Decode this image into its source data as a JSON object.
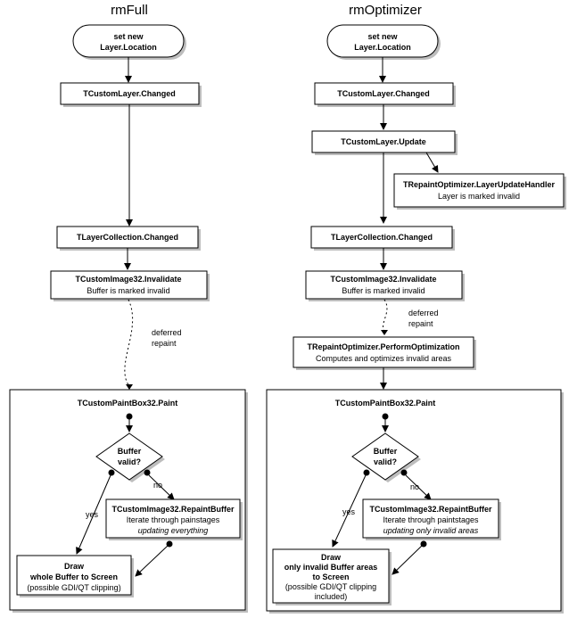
{
  "titles": {
    "left": "rmFull",
    "right": "rmOptimizer"
  },
  "left": {
    "start_line1": "set new",
    "start_line2": "Layer.Location",
    "changed": "TCustomLayer.Changed",
    "collection_changed": "TLayerCollection.Changed",
    "invalidate_title": "TCustomImage32.Invalidate",
    "invalidate_sub": "Buffer is marked invalid",
    "deferred_line1": "deferred",
    "deferred_line2": "repaint",
    "paint_title": "TCustomPaintBox32.Paint",
    "decision_line1": "Buffer",
    "decision_line2": "valid?",
    "label_yes": "yes",
    "label_no": "no",
    "repaint_title": "TCustomImage32.RepaintBuffer",
    "repaint_sub": "Iterate through painstages",
    "repaint_italic": "updating everything",
    "draw_line1": "Draw",
    "draw_line2": "whole Buffer to Screen",
    "draw_line3": "(possible GDI/QT clipping)"
  },
  "right": {
    "start_line1": "set new",
    "start_line2": "Layer.Location",
    "changed": "TCustomLayer.Changed",
    "update": "TCustomLayer.Update",
    "handler_title": "TRepaintOptimizer.LayerUpdateHandler",
    "handler_sub": "Layer is marked invalid",
    "collection_changed": "TLayerCollection.Changed",
    "invalidate_title": "TCustomImage32.Invalidate",
    "invalidate_sub": "Buffer is marked invalid",
    "deferred_line1": "deferred",
    "deferred_line2": "repaint",
    "optimize_title": "TRepaintOptimizer.PerformOptimization",
    "optimize_sub": "Computes and optimizes invalid areas",
    "paint_title": "TCustomPaintBox32.Paint",
    "decision_line1": "Buffer",
    "decision_line2": "valid?",
    "label_yes": "yes",
    "label_no": "no",
    "repaint_title": "TCustomImage32.RepaintBuffer",
    "repaint_sub": "Iterate through paintstages",
    "repaint_italic": "updating only invalid areas",
    "draw_line1": "Draw",
    "draw_line2": "only invalid Buffer areas",
    "draw_line3": "to Screen",
    "draw_line4": "(possible GDI/QT clipping",
    "draw_line5": "included)"
  }
}
